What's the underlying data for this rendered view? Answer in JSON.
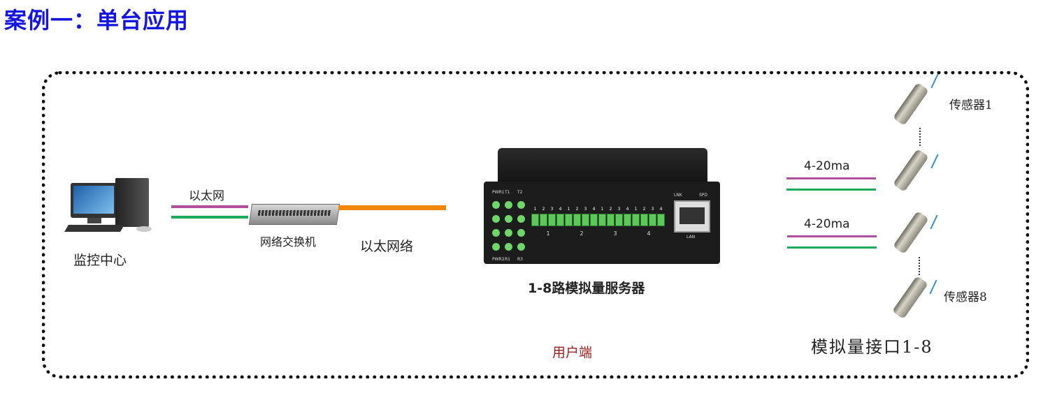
{
  "title": "案例一：单台应用",
  "monitor_center": "监控中心",
  "ethernet": "以太网",
  "switch_label": "网络交换机",
  "ethernet_network": "以太网络",
  "device": {
    "name": "1-8路模拟量服务器",
    "led_labels": [
      "PWR1",
      "T1",
      "T2"
    ],
    "bottom_labels": [
      "PWR2",
      "R1",
      "R3"
    ],
    "port_numbers": [
      "1",
      "2",
      "3",
      "4"
    ],
    "groups": [
      "1",
      "2",
      "3",
      "4"
    ],
    "lan_labels": {
      "link": "LNK",
      "speed": "SPD",
      "lan": "LAN"
    }
  },
  "user_end": "用户端",
  "signal_1": "4-20ma",
  "signal_2": "4-20ma",
  "sensor_1": "传感器1",
  "sensor_8": "传感器8",
  "analog_interface": "模拟量接口1-8",
  "colors": {
    "title": "#1515e0",
    "purple": "#b0509a",
    "green": "#1eaa5a",
    "orange": "#f0870a",
    "user_end": "#a02020"
  }
}
